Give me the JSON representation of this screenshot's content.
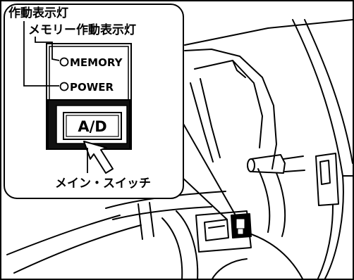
{
  "labels": {
    "indicator_lamp": "作動表示灯",
    "memory_indicator_lamp": "メモリー作動表示灯",
    "memory": "MEMORY",
    "power": "POWER",
    "ad_button": "A/D",
    "main_switch": "メイン・スイッチ"
  },
  "colors": {
    "ink": "#000000",
    "paper": "#ffffff"
  }
}
